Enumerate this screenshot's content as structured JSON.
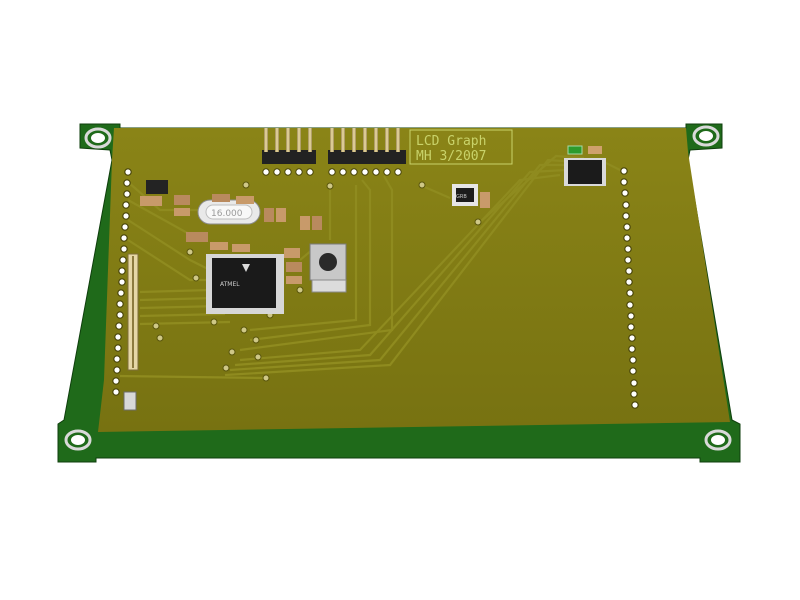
{
  "board": {
    "label_line1": "LCD Graph",
    "label_line2": "MH 3/2007",
    "crystal_marking": "16.000",
    "mcu_marking": "ATMEL",
    "small_part_marking": "GRB",
    "colors": {
      "background": "#ffffff",
      "board_face": "#7f7a14",
      "board_edge": "#1f6a1a",
      "copper_trace": "#8e8a1e",
      "silkscreen": "#c9d36a",
      "header_pin": "#d8c48a"
    }
  }
}
